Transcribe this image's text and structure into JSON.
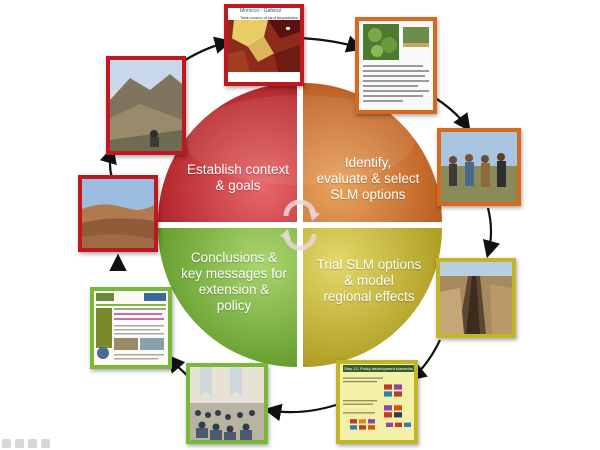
{
  "diagram": {
    "title": "SLM adaptive cycle",
    "quadrants": [
      {
        "id": "context",
        "label": "Establish context\n& goals",
        "color": "#c9343a"
      },
      {
        "id": "identify",
        "label": "Identify,\nevaluate & select\nSLM options",
        "color": "#d0732a"
      },
      {
        "id": "trial",
        "label": "Trial SLM options\n& model\nregional effects",
        "color": "#c3b52a"
      },
      {
        "id": "conclusions",
        "label": "Conclusions &\nkey messages for\nextension &\npolicy",
        "color": "#7bb83a"
      }
    ],
    "photos": [
      {
        "name": "photo-barren-hills",
        "border": "#c01820"
      },
      {
        "name": "photo-mountain-valley",
        "border": "#c01820"
      },
      {
        "name": "photo-morocco-map",
        "border": "#c01820"
      },
      {
        "name": "photo-plant-document",
        "border": "#d56a1e"
      },
      {
        "name": "photo-farmers-group",
        "border": "#d56a1e"
      },
      {
        "name": "photo-gully-erosion",
        "border": "#c3b52a"
      },
      {
        "name": "photo-policy-worksheet",
        "border": "#c3b52a"
      },
      {
        "name": "photo-workshop-meeting",
        "border": "#7bb83a"
      },
      {
        "name": "photo-newsletter",
        "border": "#7bb83a"
      }
    ],
    "map_text": {
      "title": "Morocco - Gafsoul",
      "subtitle": "Total erosion of land degradation"
    },
    "worksheet_text": {
      "title": "Step 12. Policy development scenarios"
    }
  }
}
